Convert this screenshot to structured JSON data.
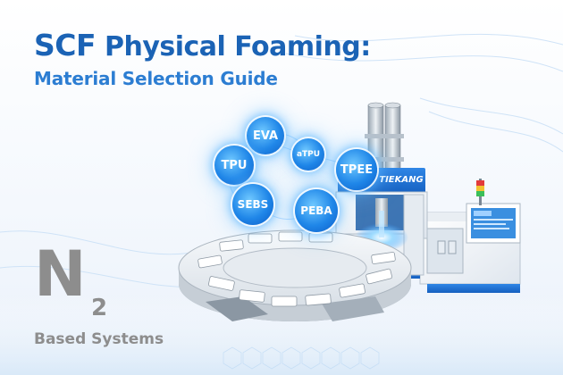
{
  "headline": {
    "title_prefix": "SCF",
    "title_rest": "Physical Foaming:",
    "subtitle": "Material Selection Guide"
  },
  "materials": [
    "EVA",
    "aTPU",
    "TPU",
    "TPEE",
    "SEBS",
    "PEBA"
  ],
  "machine": {
    "brand": "TIEKANG"
  },
  "badge": {
    "element": "N",
    "subscript": "2",
    "caption": "Based Systems"
  },
  "colors": {
    "title_blue": "#1b63b5",
    "subtitle_blue": "#2c7dd2",
    "bubble_blue": "#1f86e8",
    "badge_gray": "#8d8d8d"
  }
}
